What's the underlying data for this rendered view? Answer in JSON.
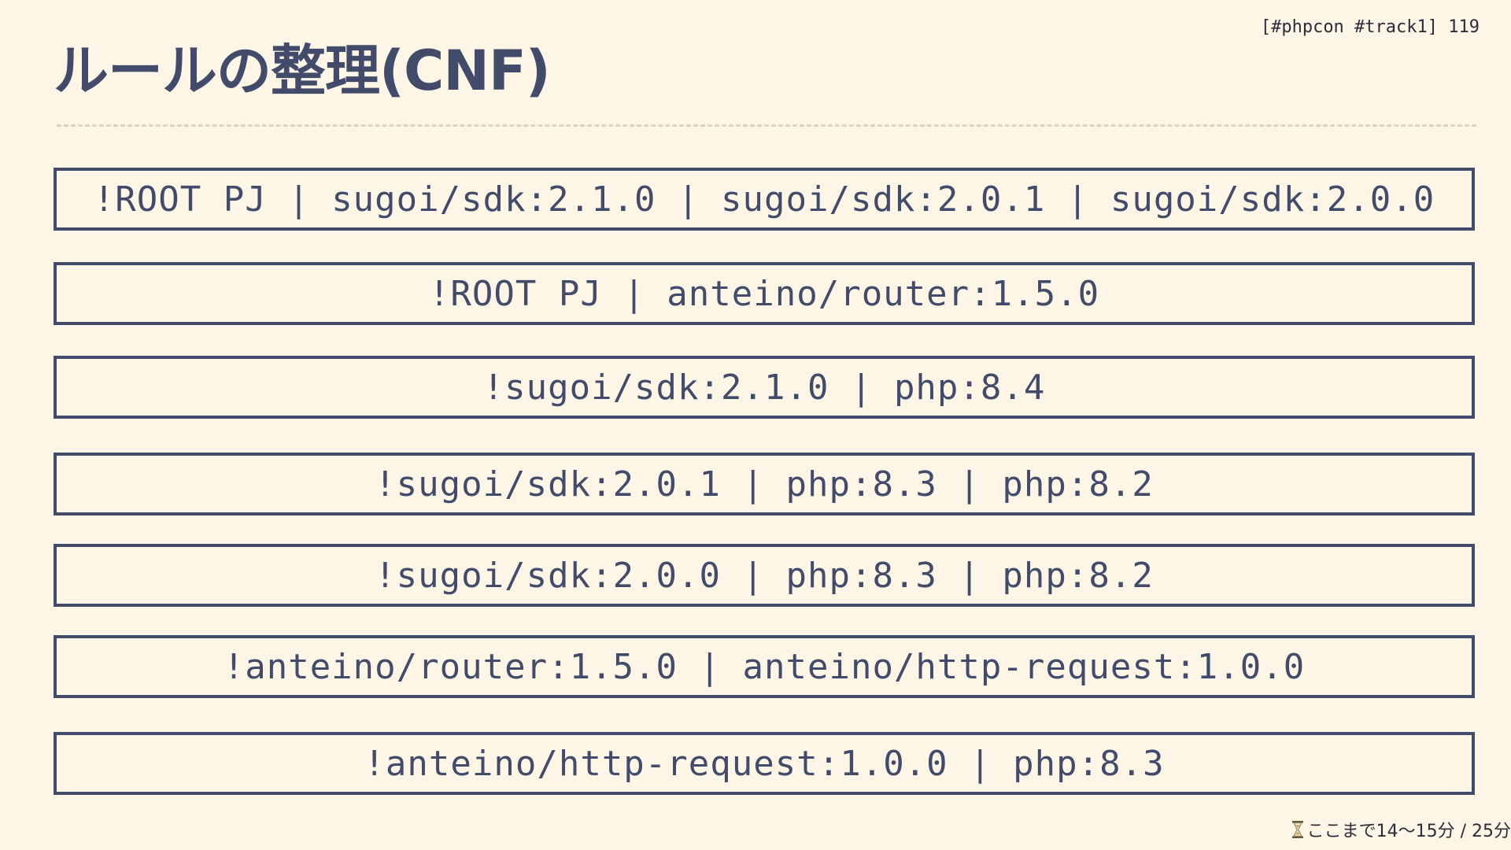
{
  "slide": {
    "title": "ルールの整理(CNF)",
    "header_tag": "[#phpcon #track1] 119",
    "rules": [
      "!ROOT PJ | sugoi/sdk:2.1.0 | sugoi/sdk:2.0.1 | sugoi/sdk:2.0.0",
      "!ROOT PJ | anteino/router:1.5.0",
      "!sugoi/sdk:2.1.0 | php:8.4",
      "!sugoi/sdk:2.0.1 | php:8.3 | php:8.2",
      "!sugoi/sdk:2.0.0 | php:8.3 | php:8.2",
      "!anteino/router:1.5.0 | anteino/http-request:1.0.0",
      "!anteino/http-request:1.0.0 | php:8.3"
    ],
    "footer": {
      "icon": "hourglass-icon",
      "text": "ここまで14〜15分 / 25分"
    }
  }
}
